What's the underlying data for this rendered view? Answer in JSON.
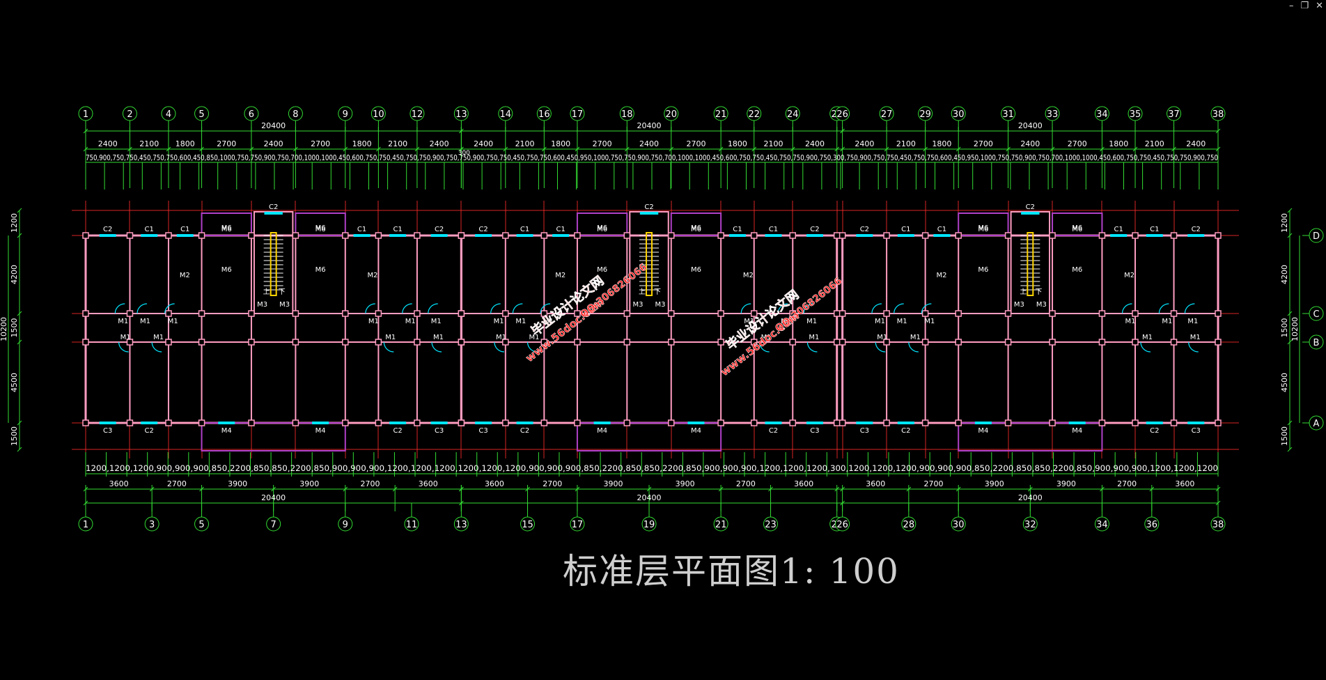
{
  "window_controls": {
    "minimize": "–",
    "restore": "❐",
    "close": "✕"
  },
  "colors": {
    "background": "#000000",
    "axis_line": "#ff2a2a",
    "wall": "#ff9dc1",
    "dim_line": "#33dd33",
    "text": "#ffffff",
    "window": "#00e5ff",
    "door": "#00e5ff",
    "balcony": "#b040c8",
    "stair_rail": "#ffd400",
    "watermark": "#ff2a2a",
    "caption": "#cfcfcf"
  },
  "top_axis_labels": [
    "1",
    "2",
    "4",
    "5",
    "6",
    "8",
    "9",
    "10",
    "12",
    "13",
    "14",
    "16",
    "17",
    "18",
    "20",
    "21",
    "22",
    "24",
    "25",
    "26",
    "27",
    "29",
    "30",
    "31",
    "33",
    "34",
    "35",
    "37",
    "38"
  ],
  "bottom_axis_labels": [
    "1",
    "3",
    "5",
    "7",
    "9",
    "11",
    "13",
    "15",
    "17",
    "19",
    "21",
    "23",
    "25",
    "26",
    "28",
    "30",
    "32",
    "34",
    "36",
    "38"
  ],
  "row_axes": [
    "D",
    "C",
    "B",
    "A"
  ],
  "top_dims": {
    "unit_totals": [
      "20400",
      "20400",
      "20400"
    ],
    "gap_label": "300",
    "level1": [
      "2400",
      "2100",
      "1800",
      "2700",
      "2400",
      "2700",
      "1800",
      "2100",
      "2400",
      "2400",
      "2100",
      "1800",
      "2700",
      "2400",
      "2700",
      "1800",
      "2100",
      "2400",
      "2400",
      "2100",
      "1800",
      "2700",
      "2400",
      "2700",
      "1800",
      "2100",
      "2400"
    ],
    "level2": "750,900,750,750,450,750,750,600,450,850,1000,750,750,900,750,700,1000,1000,450,600,750,750,450,750,750,900,750,750,900,750,750,450,750,750,600,450,950,1000,750,750,900,750,700,1000,1000,450,600,750,750,450,750,750,900,750,300,750,900,750,750,450,750,750,600,450,950,1000,750,750,900,750,700,1000,1000,450,600,750,750,450,750,750,900,750"
  },
  "bottom_dims": {
    "level1": "1200,1200,1200,900,900,900,850,2200,850,850,2200,850,900,900,900,1200,1200,1200,1200,1200,1200,900,900,900,850,2200,850,850,2200,850,900,900,900,1200,1200,1200,300,1200,1200,1200,900,900,900,850,2200,850,850,2200,850,900,900,900,1200,1200,1200",
    "level2": [
      "3600",
      "2700",
      "3900",
      "3900",
      "2700",
      "3600",
      "3600",
      "2700",
      "3900",
      "3900",
      "2700",
      "3600",
      "3600",
      "2700",
      "3900",
      "3900",
      "2700",
      "3600"
    ],
    "unit_totals": [
      "20400",
      "20400",
      "20400"
    ]
  },
  "side_dims": {
    "segments": [
      "1200",
      "4200",
      "1500",
      "4500",
      "1500"
    ],
    "total": "10200"
  },
  "labels": {
    "upper_windows": [
      "C2",
      "C1",
      "C1",
      "M6",
      "M6",
      "C1",
      "C1",
      "C2",
      "C2",
      "C1",
      "C1",
      "M6",
      "M6",
      "C1",
      "C1",
      "C2",
      "C2",
      "C1",
      "C1",
      "M6",
      "M6",
      "C1",
      "C1",
      "C2"
    ],
    "lower_windows": [
      "C3",
      "C2",
      "M4",
      "M4",
      "C2",
      "C3",
      "C3",
      "C2",
      "M4",
      "M4",
      "C2",
      "C3",
      "C3",
      "C2",
      "M4",
      "M4",
      "C2",
      "C3"
    ],
    "stair_window": "C2",
    "stair_up": "上",
    "stair_down": "下",
    "door_m1": "M1",
    "door_m2": "M2",
    "door_m3": "M3",
    "door_m6": "M6"
  },
  "watermarks": [
    {
      "site": "www.56doc.com",
      "title": "毕业设计论文网",
      "qq": "QQ:306826066"
    },
    {
      "site": "www.56doc.com",
      "title": "毕业设计论文网",
      "qq": "QQ:306826066"
    }
  ],
  "caption": "标准层平面图1: 100"
}
